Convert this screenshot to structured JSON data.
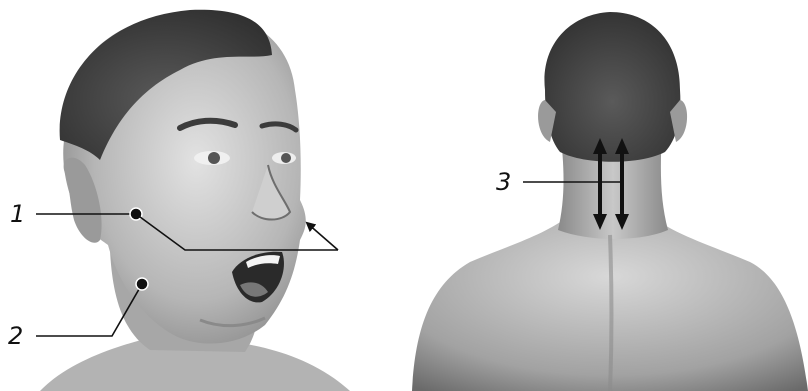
{
  "labels": {
    "point_1": "1",
    "point_2": "2",
    "point_3": "3"
  },
  "colors": {
    "background": "#ffffff",
    "skin_light": "#d6d6d6",
    "skin_mid": "#a9a9a9",
    "skin_dark": "#6f6f6f",
    "hair": "#3a3a3a",
    "line": "#111111"
  },
  "figures": [
    "head-front-three-quarter-open-mouth",
    "head-neck-back-view"
  ]
}
